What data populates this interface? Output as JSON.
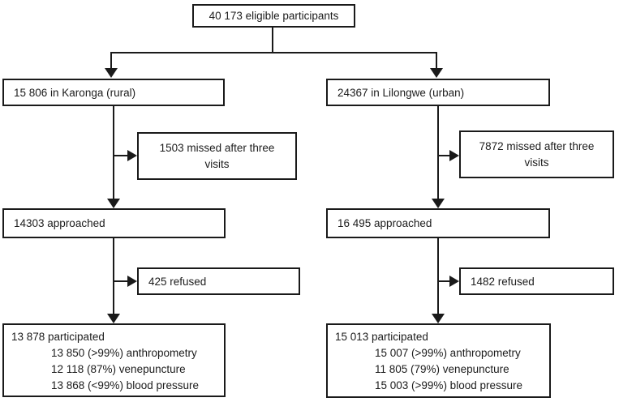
{
  "flowchart": {
    "colors": {
      "border": "#1a1a1a",
      "background": "#ffffff",
      "text": "#1c1c1c"
    },
    "top": {
      "text": "40 173 eligible participants"
    },
    "left": {
      "site": "15 806 in Karonga (rural)",
      "missed_line1": "1503 missed after three",
      "missed_line2": "visits",
      "approached": "14303 approached",
      "refused": "425 refused",
      "participated": "13 878 participated",
      "participated_details": [
        "13 850 (>99%) anthropometry",
        "12 118 (87%) venepuncture",
        "13 868 (<99%) blood pressure"
      ]
    },
    "right": {
      "site": "24367 in Lilongwe (urban)",
      "missed_line1": "7872 missed after three",
      "missed_line2": "visits",
      "approached": "16 495 approached",
      "refused": "1482 refused",
      "participated": "15 013 participated",
      "participated_details": [
        "15 007 (>99%) anthropometry",
        "11 805 (79%) venepuncture",
        "15 003 (>99%) blood pressure"
      ]
    }
  }
}
